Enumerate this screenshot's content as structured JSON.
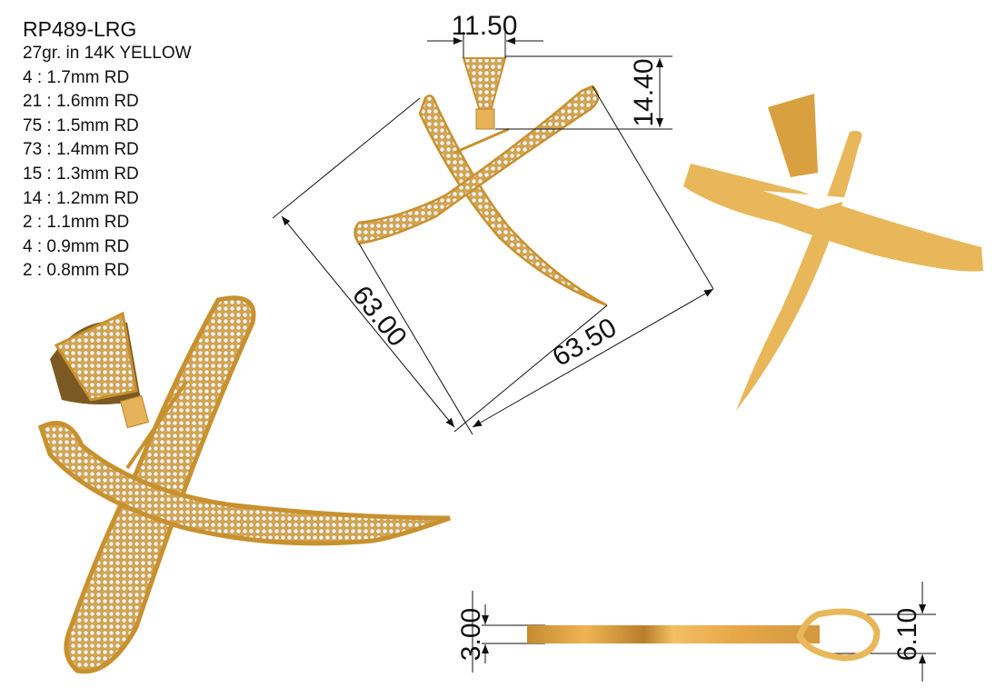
{
  "specs": {
    "model": "RP489-LRG",
    "weight": "27gr. in 14K YELLOW",
    "stones": [
      "4 : 1.7mm RD",
      "21 : 1.6mm RD",
      "75 : 1.5mm RD",
      "73 : 1.4mm RD",
      "15 : 1.3mm RD",
      "14 : 1.2mm RD",
      "2 : 1.1mm RD",
      "4 : 0.9mm RD",
      "2 : 0.8mm RD"
    ]
  },
  "dimensions": {
    "bail_width": "11.50",
    "bail_height": "14.40",
    "stroke_a_length": "63.00",
    "stroke_b_length": "63.50",
    "thickness": "3.00",
    "bail_depth": "6.10"
  },
  "colors": {
    "gold": "#E8B75A",
    "gold_dark": "#B8842C",
    "line": "#111111"
  }
}
